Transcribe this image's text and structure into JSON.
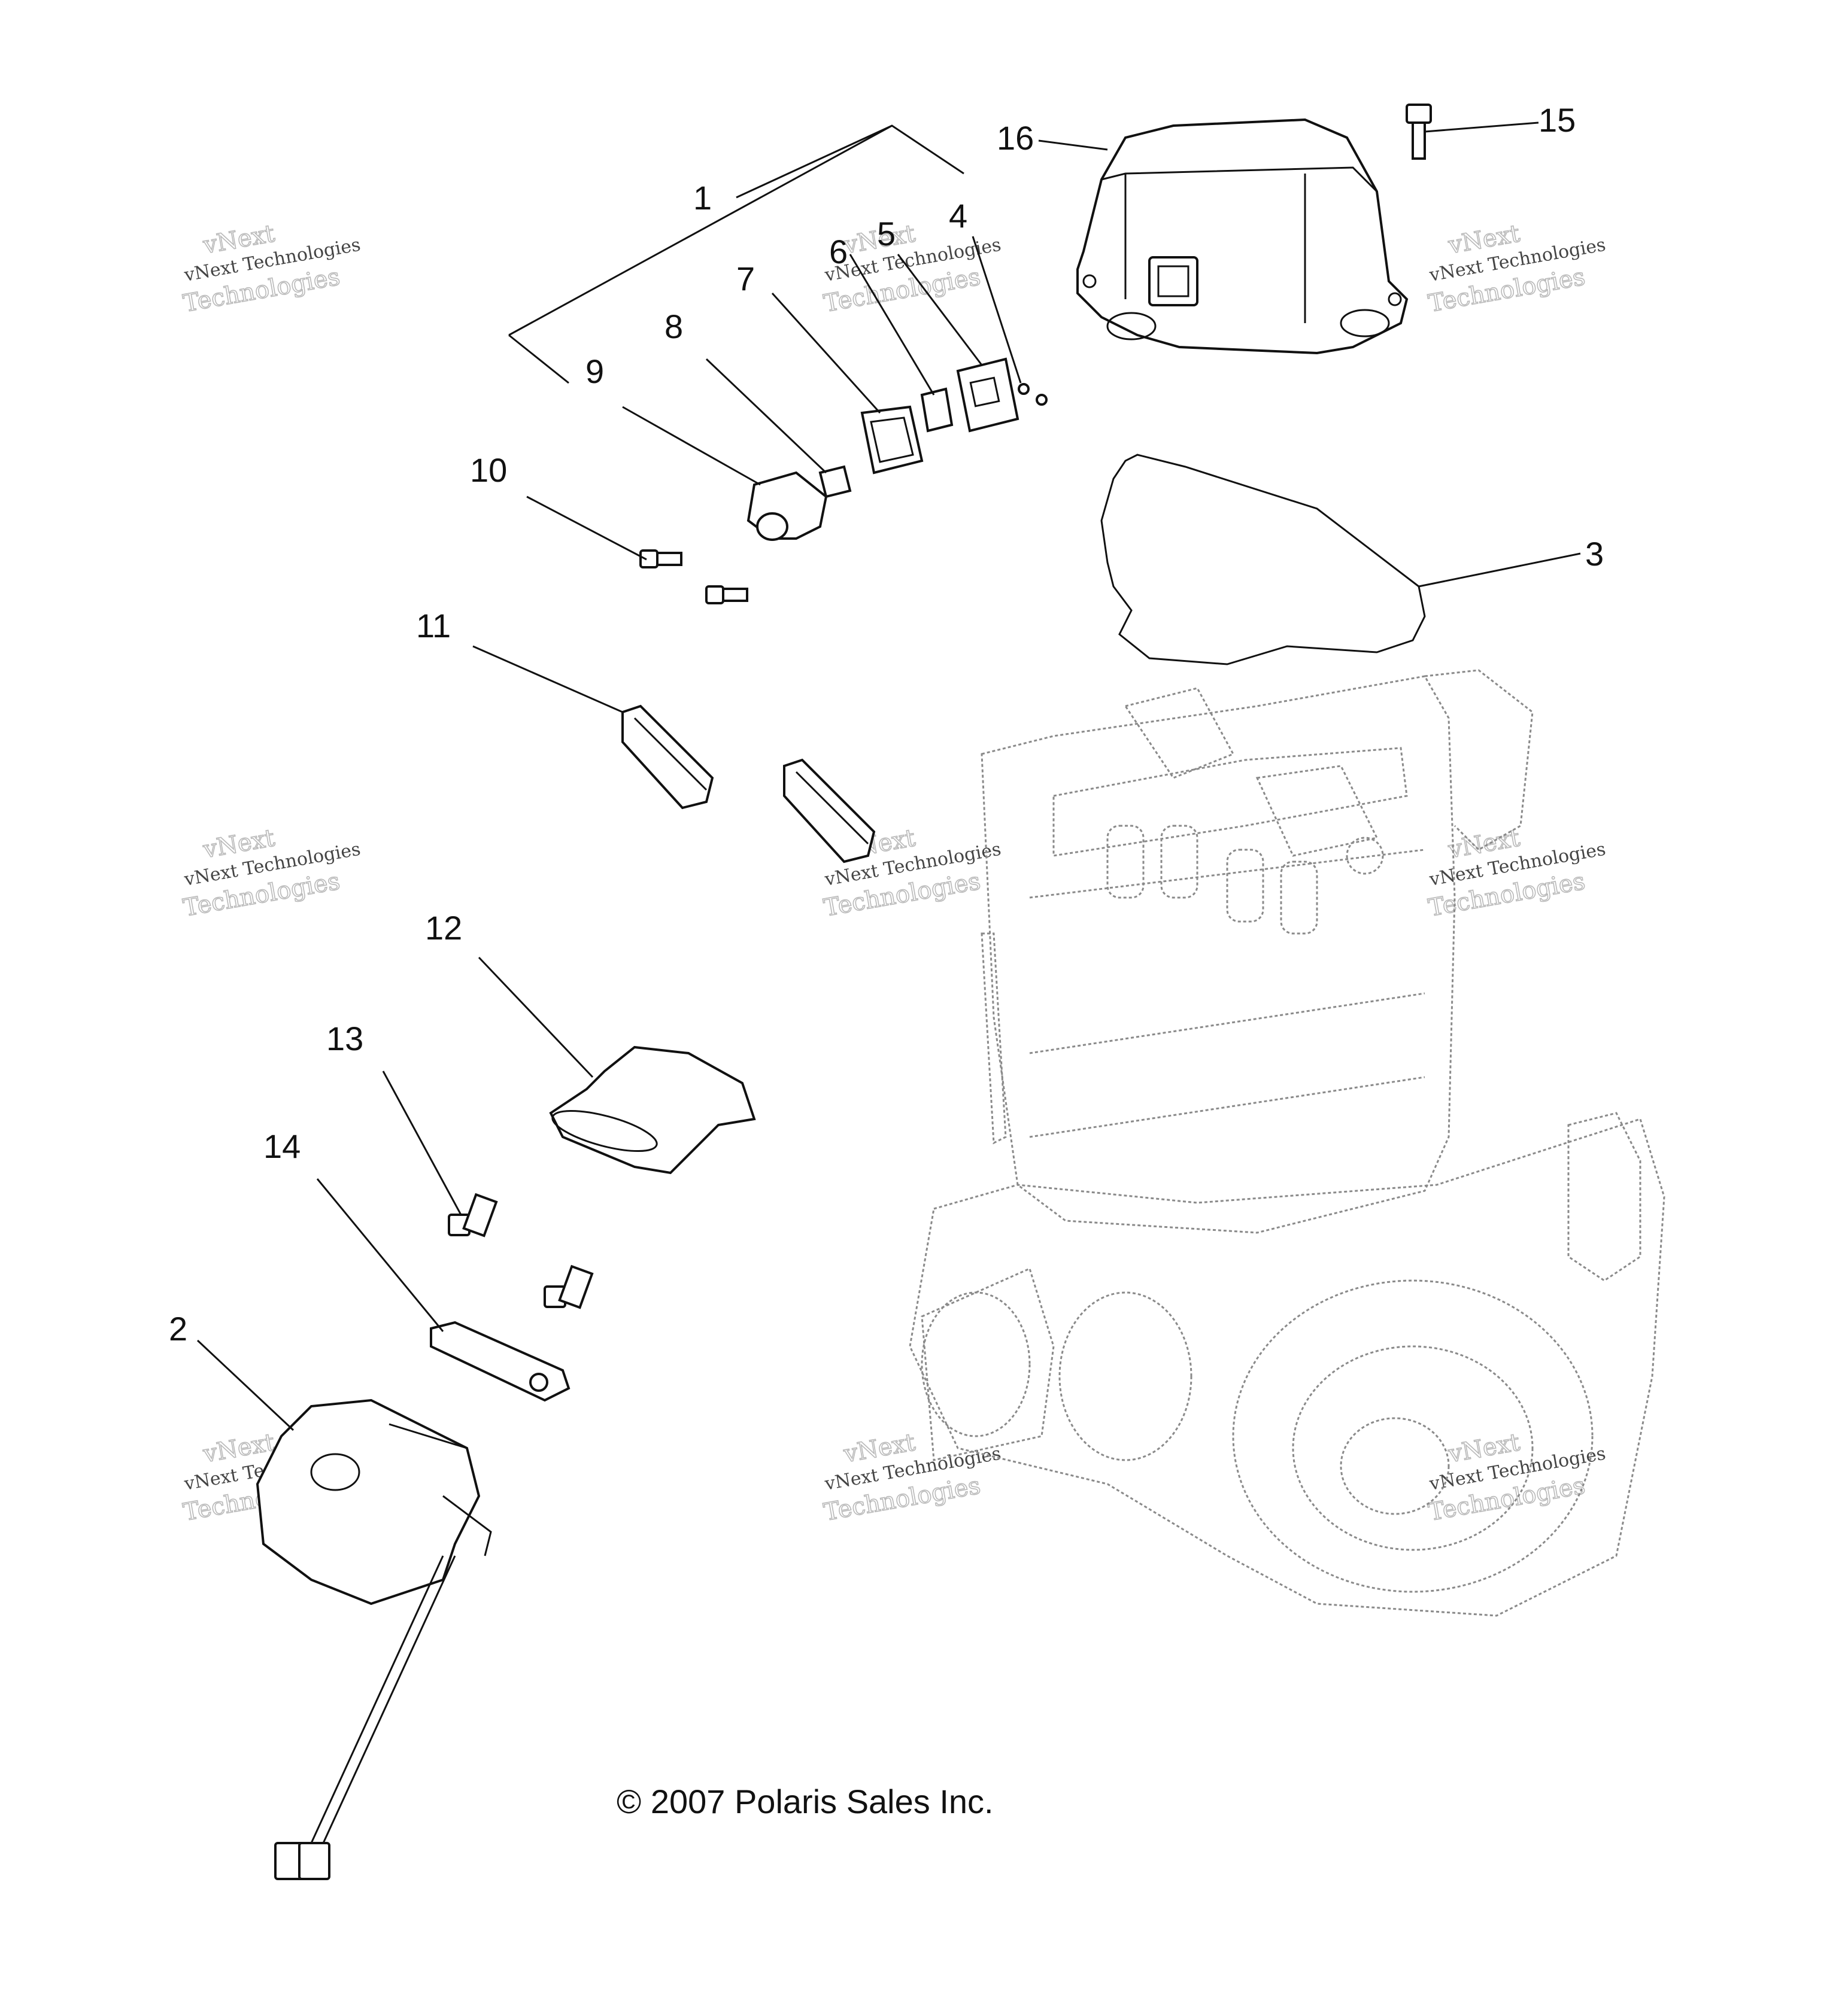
{
  "diagram": {
    "callouts": [
      {
        "id": "1",
        "label": "1"
      },
      {
        "id": "2",
        "label": "2"
      },
      {
        "id": "3",
        "label": "3"
      },
      {
        "id": "4",
        "label": "4"
      },
      {
        "id": "5",
        "label": "5"
      },
      {
        "id": "6",
        "label": "6"
      },
      {
        "id": "7",
        "label": "7"
      },
      {
        "id": "8",
        "label": "8"
      },
      {
        "id": "9",
        "label": "9"
      },
      {
        "id": "10",
        "label": "10"
      },
      {
        "id": "11",
        "label": "11"
      },
      {
        "id": "12",
        "label": "12"
      },
      {
        "id": "13",
        "label": "13"
      },
      {
        "id": "14",
        "label": "14"
      },
      {
        "id": "15",
        "label": "15"
      },
      {
        "id": "16",
        "label": "16"
      }
    ],
    "watermark": {
      "line1": "vNext",
      "line2": "vNext Technologies",
      "line3": "Technologies"
    },
    "copyright": "© 2007 Polaris Sales Inc."
  }
}
